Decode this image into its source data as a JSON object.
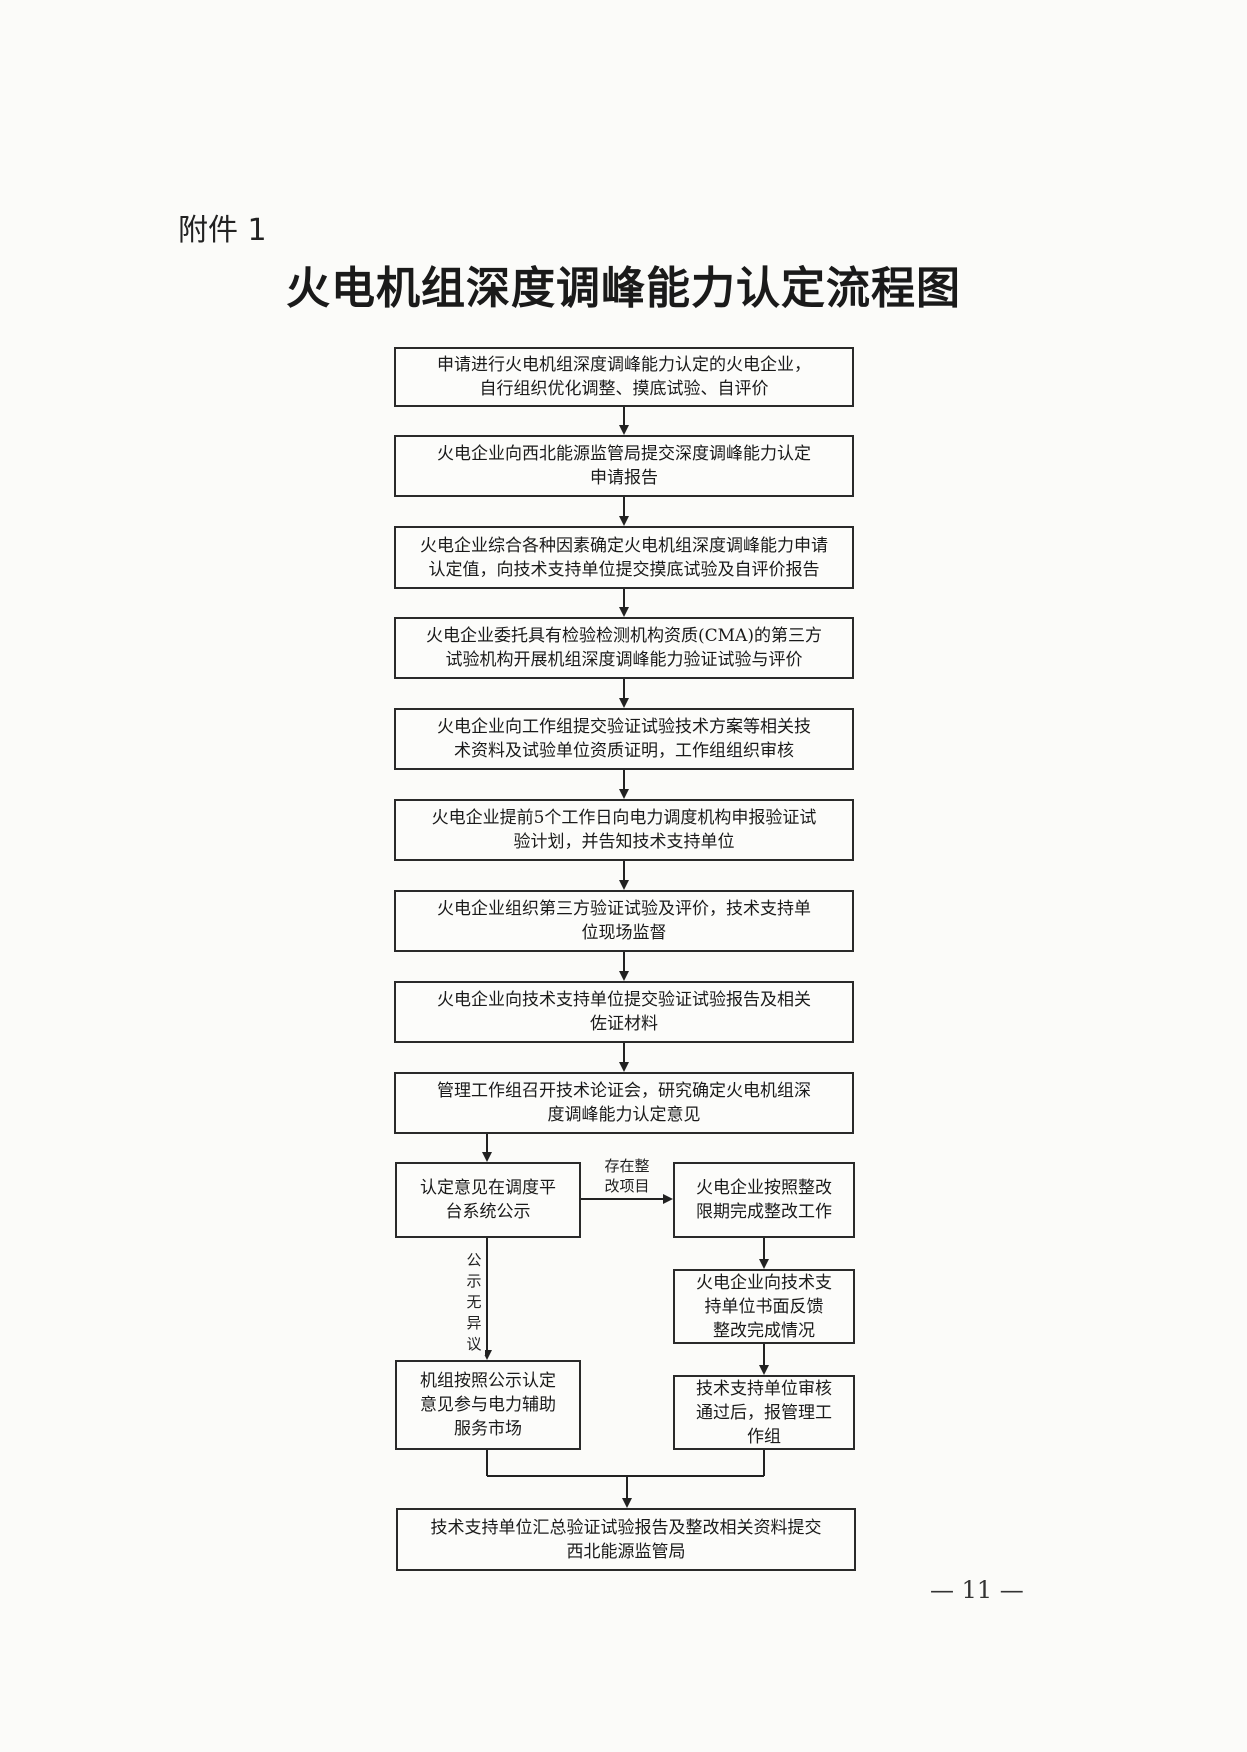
{
  "header": {
    "attachment_label": "附件 1",
    "title": "火电机组深度调峰能力认定流程图"
  },
  "steps": [
    {
      "lines": [
        "申请进行火电机组深度调峰能力认定的火电企业，",
        "自行组织优化调整、摸底试验、自评价"
      ]
    },
    {
      "lines": [
        "火电企业向西北能源监管局提交深度调峰能力认定",
        "申请报告"
      ]
    },
    {
      "lines": [
        "火电企业综合各种因素确定火电机组深度调峰能力申请",
        "认定值，向技术支持单位提交摸底试验及自评价报告"
      ]
    },
    {
      "lines": [
        "火电企业委托具有检验检测机构资质(CMA)的第三方",
        "试验机构开展机组深度调峰能力验证试验与评价"
      ]
    },
    {
      "lines": [
        "火电企业向工作组提交验证试验技术方案等相关技",
        "术资料及试验单位资质证明，工作组组织审核"
      ]
    },
    {
      "lines": [
        "火电企业提前5个工作日向电力调度机构申报验证试",
        "验计划，并告知技术支持单位"
      ]
    },
    {
      "lines": [
        "火电企业组织第三方验证试验及评价，技术支持单",
        "位现场监督"
      ]
    },
    {
      "lines": [
        "火电企业向技术支持单位提交验证试验报告及相关",
        "佐证材料"
      ]
    },
    {
      "lines": [
        "管理工作组召开技术论证会，研究确定火电机组深",
        "度调峰能力认定意见"
      ]
    }
  ],
  "branch": {
    "publicity": {
      "lines": [
        "认定意见在调度平",
        "台系统公示"
      ]
    },
    "issue_label": [
      "存在整",
      "改项目"
    ],
    "no_objection_label": [
      "公",
      "示",
      "无",
      "异",
      "议"
    ],
    "market": {
      "lines": [
        "机组按照公示认定",
        "意见参与电力辅助",
        "服务市场"
      ]
    },
    "rectify": {
      "lines": [
        "火电企业按照整改",
        "限期完成整改工作"
      ]
    },
    "feedback": {
      "lines": [
        "火电企业向技术支",
        "持单位书面反馈",
        "整改完成情况"
      ]
    },
    "review": {
      "lines": [
        "技术支持单位审核",
        "通过后，报管理工",
        "作组"
      ]
    }
  },
  "final": {
    "lines": [
      "技术支持单位汇总验证试验报告及整改相关资料提交",
      "西北能源监管局"
    ]
  },
  "page_number": "— 11 —"
}
